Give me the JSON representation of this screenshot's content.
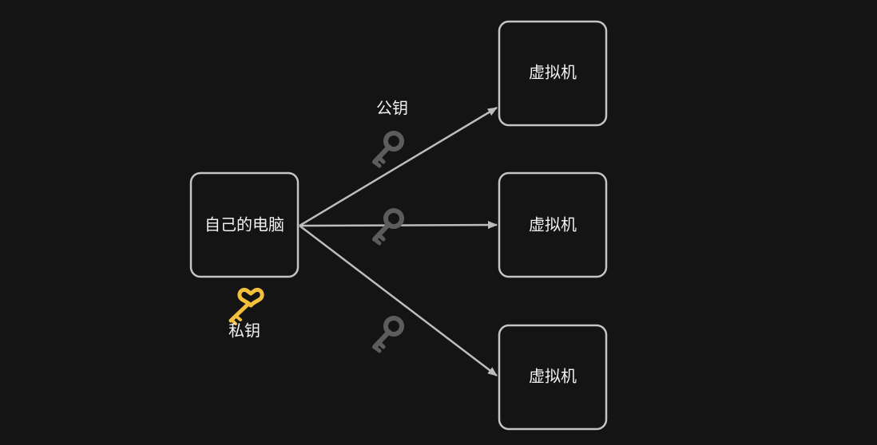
{
  "nodes": {
    "source": {
      "label": "自己的电脑"
    },
    "targets": [
      {
        "label": "虚拟机"
      },
      {
        "label": "虚拟机"
      },
      {
        "label": "虚拟机"
      }
    ]
  },
  "annotations": {
    "public_key_label": "公钥",
    "private_key_label": "私钥"
  },
  "icons": {
    "public_key": "old-key-icon",
    "private_key": "heart-key-icon"
  },
  "colors": {
    "background": "#141414",
    "node_border": "#c4c4c4",
    "edge": "#bdbdbd",
    "public_key": "#5c5c5c",
    "private_key": "#f4bf3a"
  }
}
